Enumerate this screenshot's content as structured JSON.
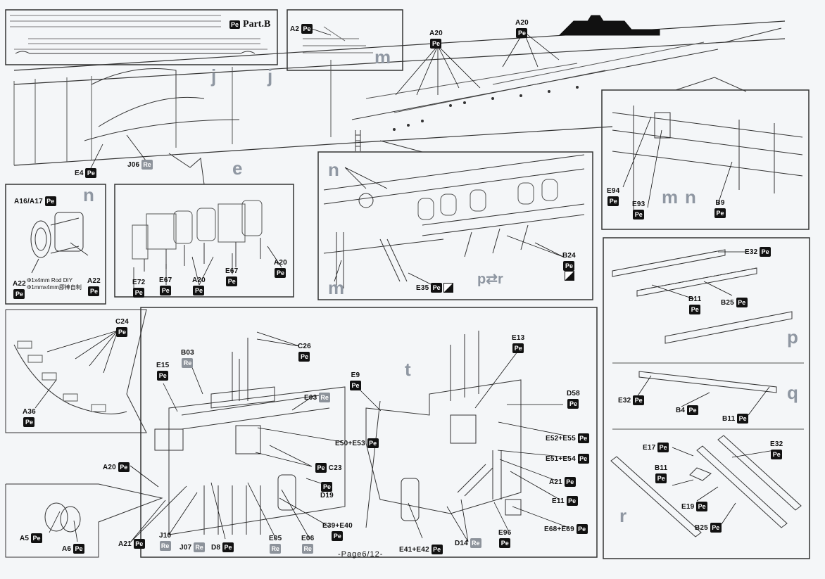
{
  "part_header": {
    "badge": "Pe",
    "title": "Part.B"
  },
  "footer": "-Page6/12-",
  "step_letters": {
    "e": "e",
    "j": "j",
    "j2": "j",
    "m_top": "m",
    "n_detail": "n",
    "n_big": "n",
    "m_big": "m",
    "m_right": "m",
    "n_right": "n",
    "t": "t",
    "p": "p",
    "q": "q",
    "r": "r",
    "pr": "p",
    "pr2": "r"
  },
  "notes": {
    "rod_en": "Φ1x4mm Rod DIY",
    "rod_cn": "Φ1mmx4mm膠棒自制"
  },
  "labels": {
    "a2": {
      "code": "A2",
      "mat": "Pe"
    },
    "a20_top1": {
      "code": "A20",
      "mat": "Pe"
    },
    "a20_top2": {
      "code": "A20",
      "mat": "Pe"
    },
    "e4": {
      "code": "E4",
      "mat": "Pe"
    },
    "j06": {
      "code": "J06",
      "mat": "Re"
    },
    "e94": {
      "code": "E94",
      "mat": "Pe"
    },
    "e93": {
      "code": "E93",
      "mat": "Pe"
    },
    "b9": {
      "code": "B9",
      "mat": "Pe"
    },
    "a16": {
      "code": "A16/A17",
      "mat": "Pe"
    },
    "a22_l": {
      "code": "A22",
      "mat": "Pe"
    },
    "a22_r": {
      "code": "A22",
      "mat": "Pe"
    },
    "e72": {
      "code": "E72",
      "mat": "Pe"
    },
    "e67_a": {
      "code": "E67",
      "mat": "Pe"
    },
    "a20_e": {
      "code": "A20",
      "mat": "Pe"
    },
    "e67_b": {
      "code": "E67",
      "mat": "Pe"
    },
    "a20_e2": {
      "code": "A20",
      "mat": "Pe"
    },
    "e35": {
      "code": "E35",
      "mat": "Pe"
    },
    "b24": {
      "code": "B24",
      "mat": "Pe"
    },
    "e32_p": {
      "code": "E32",
      "mat": "Pe"
    },
    "b11_p": {
      "code": "B11",
      "mat": "Pe"
    },
    "b25_p": {
      "code": "B25",
      "mat": "Pe"
    },
    "e32_q": {
      "code": "E32",
      "mat": "Pe"
    },
    "b4": {
      "code": "B4",
      "mat": "Pe"
    },
    "b11_q": {
      "code": "B11",
      "mat": "Pe"
    },
    "e17": {
      "code": "E17",
      "mat": "Pe"
    },
    "e32_r": {
      "code": "E32",
      "mat": "Pe"
    },
    "b11_r": {
      "code": "B11",
      "mat": "Pe"
    },
    "e19": {
      "code": "E19",
      "mat": "Pe"
    },
    "b25_r": {
      "code": "B25",
      "mat": "Pe"
    },
    "c24": {
      "code": "C24",
      "mat": "Pe"
    },
    "a36": {
      "code": "A36",
      "mat": "Pe"
    },
    "a5": {
      "code": "A5",
      "mat": "Pe"
    },
    "a6": {
      "code": "A6",
      "mat": "Pe"
    },
    "e15": {
      "code": "E15",
      "mat": "Pe"
    },
    "b03": {
      "code": "B03",
      "mat": "Re"
    },
    "c26": {
      "code": "C26",
      "mat": "Pe"
    },
    "e03": {
      "code": "E03",
      "mat": "Re"
    },
    "e50": {
      "code": "E50+E53",
      "mat": "Pe"
    },
    "c23": {
      "code": "C23",
      "mat": "Pe"
    },
    "d19": {
      "code": "D19",
      "mat": "Pe"
    },
    "e39": {
      "code": "E39+E40",
      "mat": "Pe"
    },
    "a20_t": {
      "code": "A20",
      "mat": "Pe"
    },
    "a21_l": {
      "code": "A21",
      "mat": "Pe"
    },
    "j10": {
      "code": "J10",
      "mat": "Re"
    },
    "j07": {
      "code": "J07",
      "mat": "Re"
    },
    "d8": {
      "code": "D8",
      "mat": "Pe"
    },
    "e05": {
      "code": "E05",
      "mat": "Re"
    },
    "e06": {
      "code": "E06",
      "mat": "Re"
    },
    "e9": {
      "code": "E9",
      "mat": "Pe"
    },
    "e13": {
      "code": "E13",
      "mat": "Pe"
    },
    "d58": {
      "code": "D58",
      "mat": "Pe"
    },
    "e52": {
      "code": "E52+E55",
      "mat": "Pe"
    },
    "e51": {
      "code": "E51+E54",
      "mat": "Pe"
    },
    "a21_r": {
      "code": "A21",
      "mat": "Pe"
    },
    "e11": {
      "code": "E11",
      "mat": "Pe"
    },
    "e68": {
      "code": "E68+E69",
      "mat": "Pe"
    },
    "e96": {
      "code": "E96",
      "mat": "Pe"
    },
    "d14": {
      "code": "D14",
      "mat": "Re"
    },
    "e41": {
      "code": "E41+E42",
      "mat": "Pe"
    }
  }
}
